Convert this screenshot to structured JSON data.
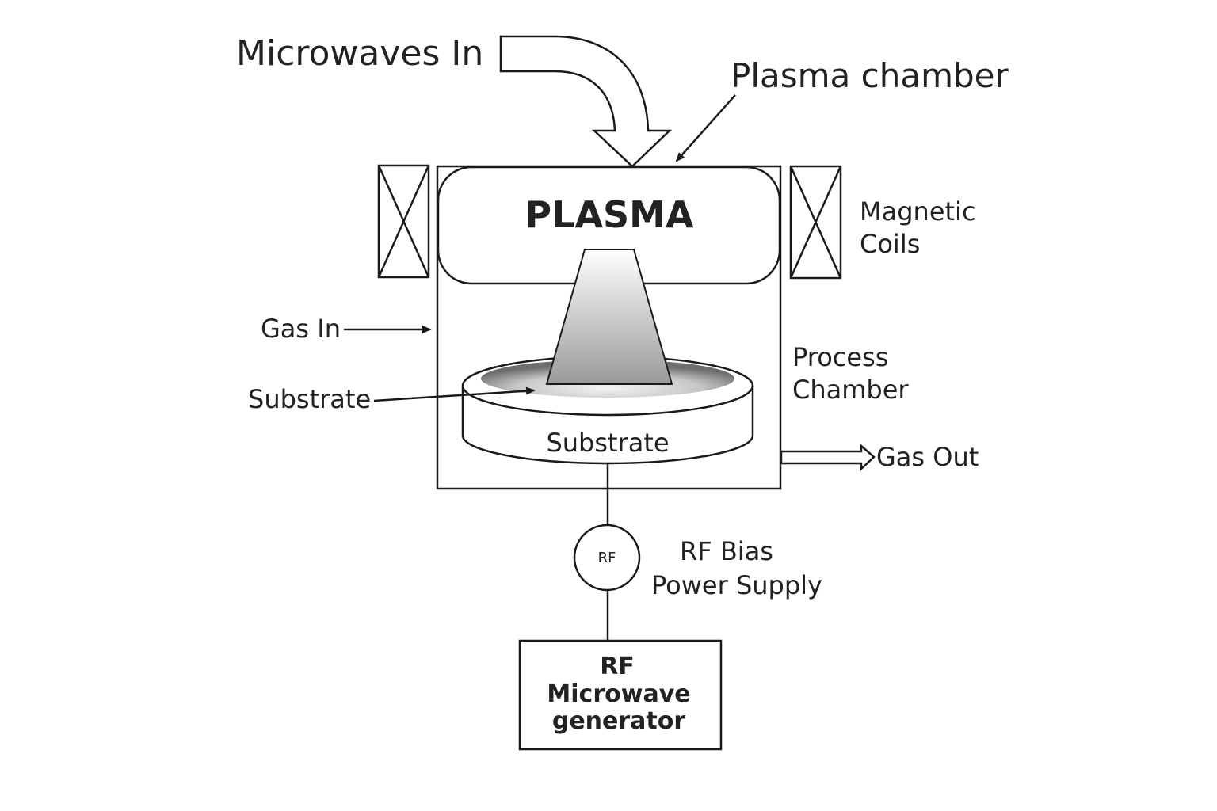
{
  "diagram": {
    "title": "Microwave plasma process chamber schematic",
    "labels": {
      "microwaves_in": "Microwaves In",
      "plasma_chamber": "Plasma chamber",
      "plasma": "PLASMA",
      "magnetic_coils_line1": "Magnetic",
      "magnetic_coils_line2": "Coils",
      "gas_in": "Gas In",
      "substrate_callout": "Substrate",
      "substrate_holder": "Substrate",
      "process_chamber_line1": "Process",
      "process_chamber_line2": "Chamber",
      "gas_out": "Gas Out",
      "rf_circle": "RF",
      "rf_bias_line1": "RF Bias",
      "rf_bias_line2": "Power Supply",
      "generator_line1": "RF",
      "generator_line2": "Microwave",
      "generator_line3": "generator"
    },
    "colors": {
      "line": "#1a1a1a",
      "text": "#222222",
      "background": "#ffffff"
    }
  }
}
